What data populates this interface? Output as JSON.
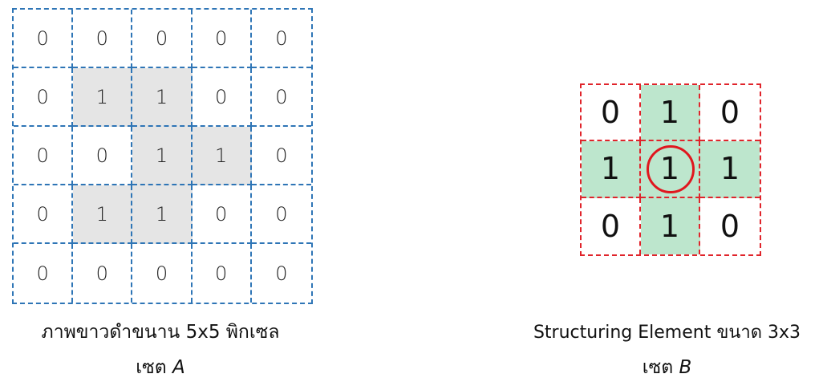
{
  "image_a": {
    "rows": [
      [
        0,
        0,
        0,
        0,
        0
      ],
      [
        0,
        1,
        1,
        0,
        0
      ],
      [
        0,
        0,
        1,
        1,
        0
      ],
      [
        0,
        1,
        1,
        0,
        0
      ],
      [
        0,
        0,
        0,
        0,
        0
      ]
    ],
    "border_color": "#2e75b6",
    "highlight_color": "#e5e5e5",
    "caption_line1": "ภาพขาวดำขนาน 5x5 พิกเซล",
    "caption_line2_prefix": "เซต ",
    "caption_line2_letter": "A"
  },
  "structuring_element": {
    "rows": [
      [
        0,
        1,
        0
      ],
      [
        1,
        1,
        1
      ],
      [
        0,
        1,
        0
      ]
    ],
    "origin_row": 1,
    "origin_col": 1,
    "border_color": "#e0242b",
    "highlight_color": "#bde6cd",
    "origin_marker_color": "#e0161e",
    "caption_line1": "Structuring Element ขนาด 3x3",
    "caption_line2_prefix": "เซต ",
    "caption_line2_letter": "B"
  }
}
